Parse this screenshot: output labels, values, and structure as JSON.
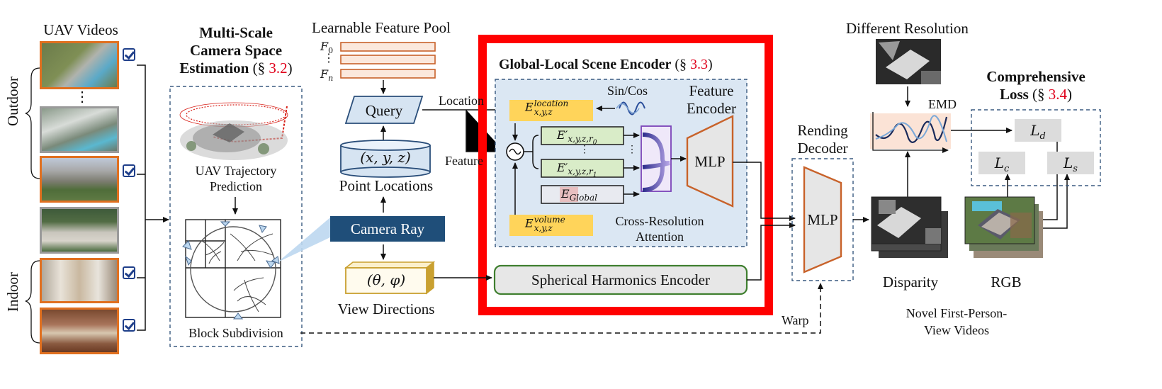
{
  "left": {
    "uav_videos": "UAV Videos",
    "outdoor": "Outdoor",
    "indoor": "Indoor",
    "dots": "⋮"
  },
  "msce": {
    "title_l1": "Multi-Scale",
    "title_l2": "Camera Space",
    "title_l3": "Estimation",
    "ref_prefix": "(§ ",
    "ref_num": "3.2",
    "ref_suffix": ")",
    "trajectory_l1": "UAV Trajectory",
    "trajectory_l2": "Prediction",
    "block": "Block Subdivision"
  },
  "pool": {
    "title": "Learnable Feature Pool",
    "f0": "F",
    "f0_sub": "0",
    "fdots": "⋮",
    "fn": "F",
    "fn_sub": "n"
  },
  "mid": {
    "query": "Query",
    "xyz": "(x, y, z)",
    "point_locations": "Point Locations",
    "camera_ray": "Camera Ray",
    "theta_phi": "(θ, φ)",
    "view_directions": "View Directions",
    "location": "Location",
    "feature": "Feature"
  },
  "encoder": {
    "title": "Global-Local Scene Encoder",
    "ref_prefix": "(§ ",
    "ref_num": "3.3",
    "ref_suffix": ")",
    "sincos": "Sin/Cos",
    "feature_encoder_l1": "Feature",
    "feature_encoder_l2": "Encoder",
    "e_loc": "E",
    "e_loc_sup": "location",
    "e_loc_sub": "x,y,z",
    "e_r0": "E′",
    "e_r0_sub": "x,y,z,r",
    "e_r0_subsub": "0",
    "e_r1": "E′",
    "e_r1_sub": "x,y,z,r",
    "e_r1_subsub": "1",
    "e_global": "E",
    "e_global_sub": "Global",
    "e_vol": "E",
    "e_vol_sup": "volume",
    "e_vol_sub": "x,y,z",
    "vdots": "⋮",
    "mlp": "MLP",
    "cra_l1": "Cross-Resolution",
    "cra_l2": "Attention",
    "sh_encoder": "Spherical Harmonics Encoder"
  },
  "decoder": {
    "title_l1": "Rending",
    "title_l2": "Decoder",
    "mlp": "MLP",
    "warp": "Warp"
  },
  "right": {
    "different_resolution": "Different Resolution",
    "emd": "EMD",
    "disparity": "Disparity",
    "rgb": "RGB",
    "novel_l1": "Novel First-Person-",
    "novel_l2": "View Videos",
    "loss_title_l1": "Comprehensive",
    "loss_title_l2": "Loss",
    "loss_ref_prefix": "(§ ",
    "loss_ref_num": "3.4",
    "loss_ref_suffix": ")",
    "ld": "L",
    "ld_sub": "d",
    "lc": "L",
    "lc_sub": "c",
    "ls": "L",
    "ls_sub": "s"
  }
}
